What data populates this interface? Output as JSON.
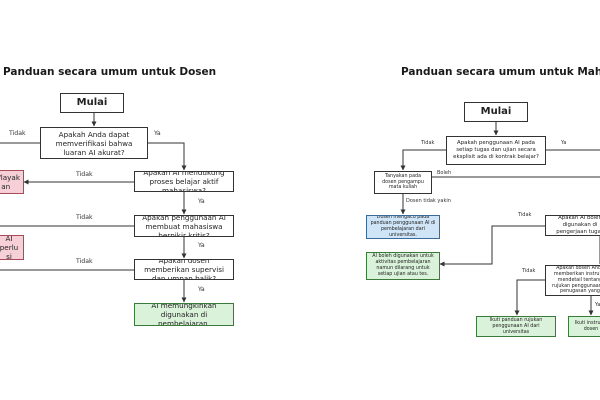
{
  "lecturer": {
    "title": "Panduan secara umum untuk Dosen",
    "start": "Mulai",
    "q1": "Apakah Anda dapat memverifikasi bahwa luaran AI akurat?",
    "q2": "Apakah AI mendukung proses belajar aktif mahasiswa?",
    "q3": "Apakah penggunaan AI membuat mahasiswa berpikir kritis?",
    "q4": "Apakah dosen memberikan supervisi dan umpan balik?",
    "result_ok": "AI memungkinkan digunakan di pembelajaran.",
    "pink1": "m/layak an",
    "pink2": "AI perlu si",
    "labels": {
      "no1": "Tidak",
      "yes1": "Ya",
      "no2": "Tidak",
      "yes2": "Ya",
      "no3": "Tidak",
      "yes3": "Ya",
      "no4": "Tidak",
      "yes4": "Ya"
    }
  },
  "student": {
    "title": "Panduan secara umum untuk Mahasiswa",
    "start": "Mulai",
    "q1": "Apakah penggunaan AI pada setiap tugas dan ujian secara eksplisit ada di kontrak belajar?",
    "ask": "Tanyakan pada dosen pengampu mata kuliah",
    "blue": "Dosen mengacu pada panduan penggunaan AI di pembelajaran dari universitas.",
    "green_mid": "AI boleh digunakan untuk aktivitas pembelajaran namun dilarang untuk setiap ujian atau tes.",
    "q2": "Apakah AI boleh digunakan di pengerjaan tugas",
    "q3": "Apakah dosen Anda memberikan instruksi mendetail tentang rujukan penggunaan AI penugasan yang",
    "result_a": "Ikuti panduan rujukan penggunaan AI dari universitas",
    "result_b": "Ikuti instruksi dosen",
    "labels": {
      "no1": "Tidak",
      "yes1": "Ya",
      "may": "Boleh",
      "unsure": "Dosen tidak yakin",
      "no2": "Tidak",
      "no3": "Tidak",
      "yes3": "Ya"
    }
  }
}
